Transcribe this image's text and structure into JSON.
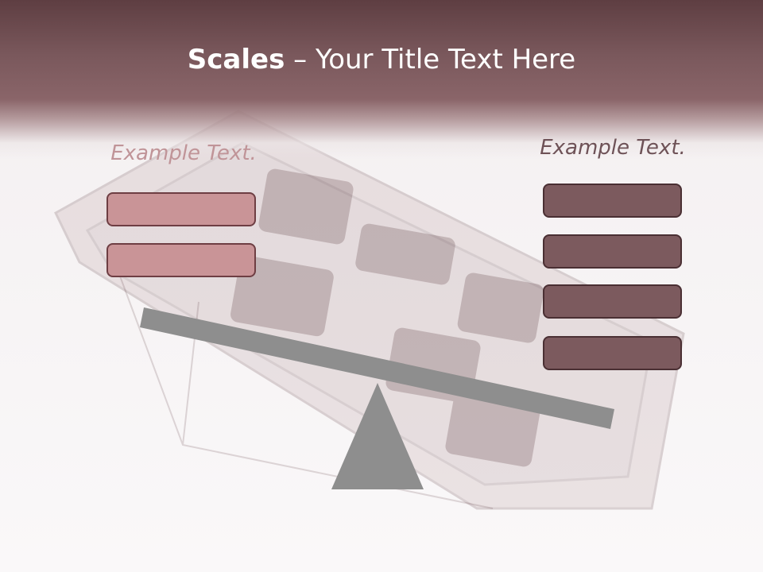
{
  "slide": {
    "title_bold": "Scales",
    "title_rest": " – Your Title Text Here",
    "left": {
      "label": "Example Text.",
      "box_count": 2
    },
    "right": {
      "label": "Example Text.",
      "box_count": 4
    }
  },
  "colors": {
    "title_band": "#6b4a4f",
    "left_label": "#c09498",
    "left_box_fill": "#c99497",
    "right_label": "#6e5257",
    "right_box_fill": "#7c5a5e",
    "scale_gray": "#8e8e8e"
  }
}
